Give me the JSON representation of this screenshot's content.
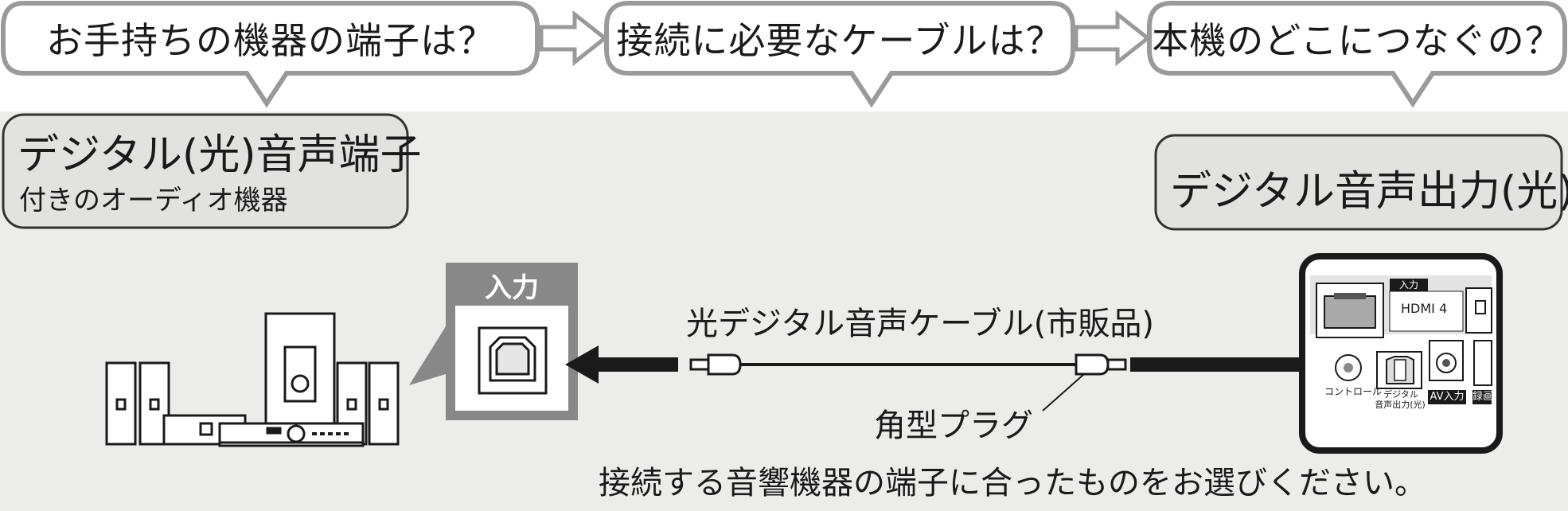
{
  "steps": [
    {
      "label": "お手持ちの機器の端子は？"
    },
    {
      "label": "接続に必要なケーブルは？"
    },
    {
      "label": "本機のどこにつなぐの？"
    }
  ],
  "device_box": {
    "title": "デジタル(光)音声端子",
    "subtitle": "付きのオーディオ機器"
  },
  "output_box": {
    "title": "デジタル音声出力(光)"
  },
  "input_panel": {
    "label": "入力"
  },
  "cable": {
    "label": "光デジタル音声ケーブル(市販品)",
    "plug_label": "角型プラグ"
  },
  "footer_note": "接続する音響機器の端子に合ったものをお選びください。",
  "rear_panel": {
    "tag_input": "入力",
    "hdmi_label": "HDMI 4",
    "control_label": "コントロール",
    "digital_out_label_1": "デジタル",
    "digital_out_label_2": "音声出力(光)",
    "av_input_label": "AV入力",
    "rec_label": "録画"
  },
  "colors": {
    "panel_bg": "#ececeb",
    "box_bg": "#e2e2e1",
    "stroke": "#333333",
    "bubble_stroke": "#9a9a9a",
    "arrow": "#1a1a1a"
  }
}
